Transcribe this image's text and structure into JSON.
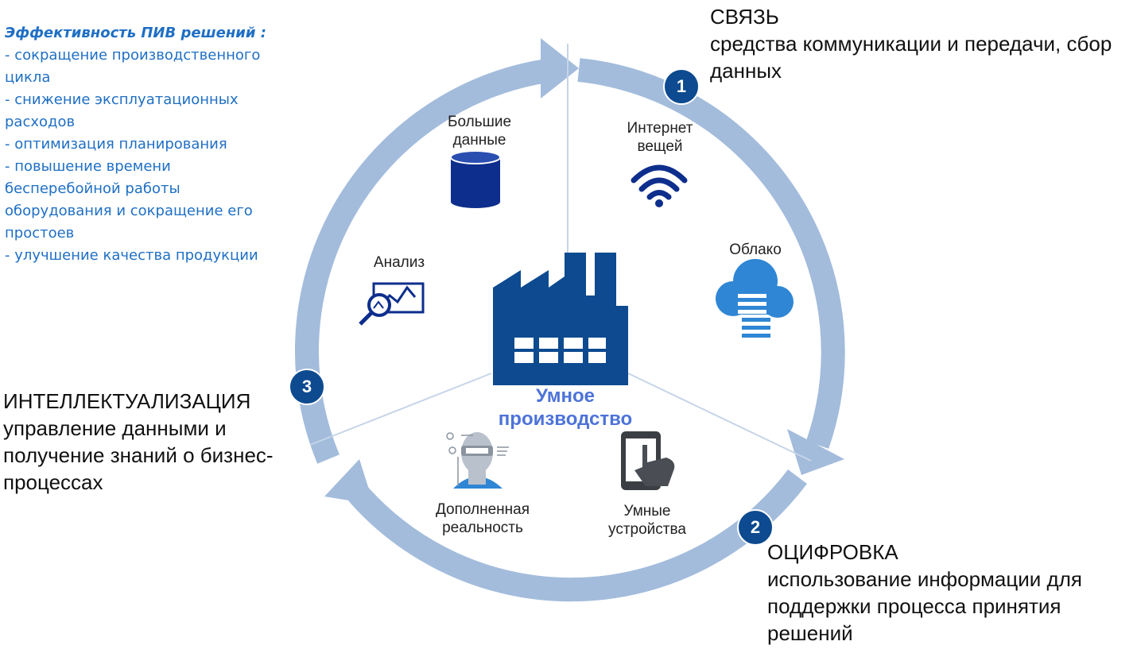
{
  "effectiveness": {
    "title": "Эффективность  ПИВ решений :",
    "items": [
      "- сокращение производственного цикла",
      "- снижение эксплуатационных расходов",
      "- оптимизация планирования",
      "- повышение времени бесперебойной работы оборудования и сокращение его простоев",
      "- улучшение качества продукции"
    ]
  },
  "stages": [
    {
      "number": "1",
      "title": "СВЯЗЬ",
      "description": "средства коммуникации и передачи, сбор данных"
    },
    {
      "number": "2",
      "title": "ОЦИФРОВКА",
      "description": "использование информации для поддержки процесса принятия решений"
    },
    {
      "number": "3",
      "title": "ИНТЕЛЛЕКТУАЛИЗАЦИЯ",
      "description": "управление данными и получение знаний о бизнес-процессах"
    }
  ],
  "center": {
    "label": "Умное производство"
  },
  "nodes": {
    "big_data": "Большие данные",
    "iot": "Интернет вещей",
    "cloud": "Облако",
    "analysis": "Анализ",
    "ar": "Дополненная реальность",
    "smart_devices": "Умные устройства"
  },
  "colors": {
    "ring": "#a3bcdc",
    "icon": "#0d2e8c",
    "accent": "#0d4a8f",
    "text_blue": "#1f6fc4",
    "center_text": "#4d73d9",
    "cloud": "#2f86d4"
  }
}
